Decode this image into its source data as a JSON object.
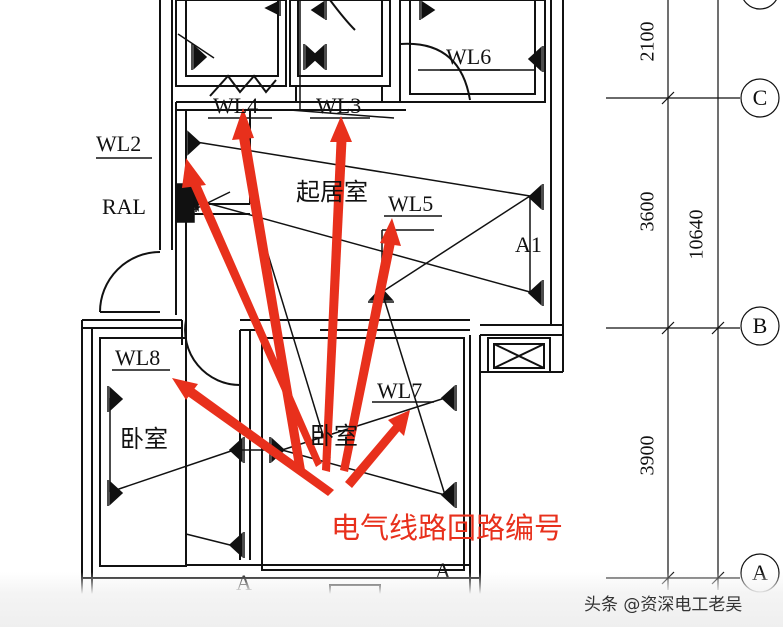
{
  "circuits": {
    "wl2": "WL2",
    "wl3": "WL3",
    "wl4": "WL4",
    "wl5": "WL5",
    "wl6": "WL6",
    "wl7": "WL7",
    "wl8": "WL8"
  },
  "panel": "RAL",
  "outlet_tag": "A1",
  "rooms": {
    "living": "起居室",
    "bedroom_left": "卧室",
    "bedroom_right": "卧室"
  },
  "fixture_marks": {
    "a_left": "A",
    "a_right": "A"
  },
  "dimensions": {
    "d1": "2100",
    "d2": "3600",
    "d3": "10640",
    "d4": "3900"
  },
  "axes": {
    "c": "C",
    "b": "B",
    "a": "A"
  },
  "annotation": "电气线路回路编号",
  "watermark": "头条 @资深电工老吴",
  "colors": {
    "annotation": "#e8301c",
    "lines": "#111111"
  }
}
